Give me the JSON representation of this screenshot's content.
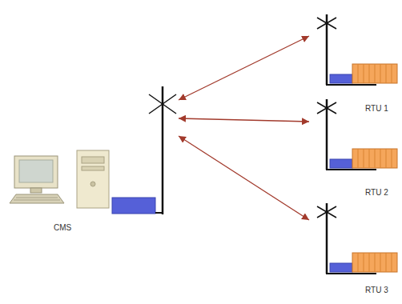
{
  "diagram": {
    "nodes": [
      {
        "text": [
          "CMS"
        ]
      },
      {
        "text": [
          "RTU 1"
        ]
      },
      {
        "text": [
          "RTU 2"
        ]
      },
      {
        "text": [
          "RTU 3"
        ]
      }
    ],
    "edges": [
      {
        "from": 0,
        "to": 1,
        "arrow": "both"
      },
      {
        "from": 0,
        "to": 2,
        "arrow": "both"
      },
      {
        "from": 0,
        "to": 3,
        "arrow": "both"
      }
    ]
  }
}
